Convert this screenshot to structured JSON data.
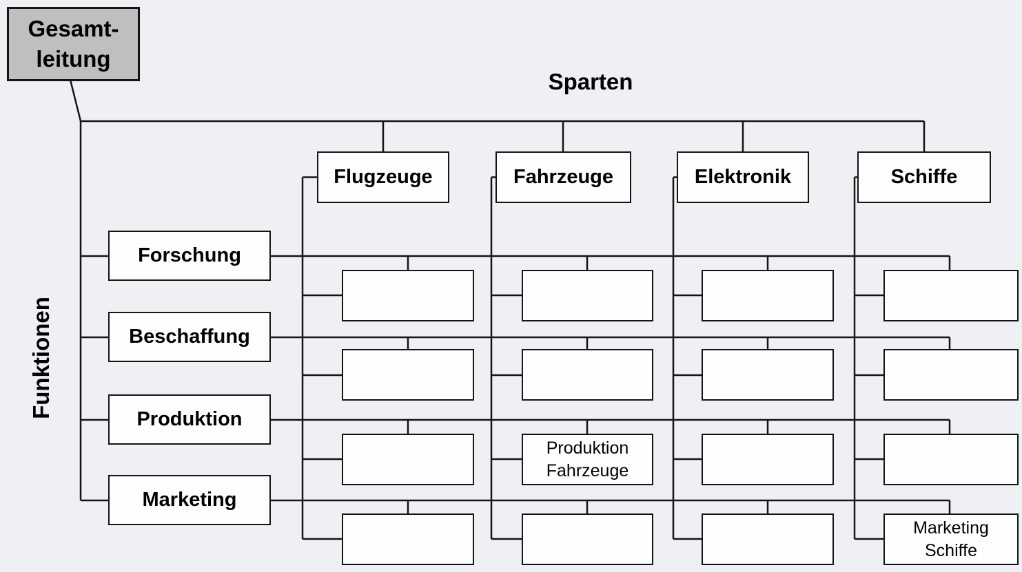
{
  "diagram_type": "matrix-organization-chart",
  "colors": {
    "background": "#eef0f3",
    "box_fill": "#fefefe",
    "root_fill": "#bfbfbf",
    "line": "#141414",
    "text": "#000000"
  },
  "root_box": {
    "line1": "Gesamt-",
    "line2": "leitung"
  },
  "axis_titles": {
    "columns": "Sparten",
    "rows": "Funktionen"
  },
  "columns": [
    {
      "label": "Flugzeuge"
    },
    {
      "label": "Fahrzeuge"
    },
    {
      "label": "Elektronik"
    },
    {
      "label": "Schiffe"
    }
  ],
  "rows": [
    {
      "label": "Forschung"
    },
    {
      "label": "Beschaffung"
    },
    {
      "label": "Produktion"
    },
    {
      "label": "Marketing"
    }
  ],
  "labeled_cells": [
    {
      "row": 2,
      "col": 1,
      "line1": "Produktion",
      "line2": "Fahrzeuge"
    },
    {
      "row": 3,
      "col": 3,
      "line1": "Marketing",
      "line2": "Schiffe"
    }
  ]
}
